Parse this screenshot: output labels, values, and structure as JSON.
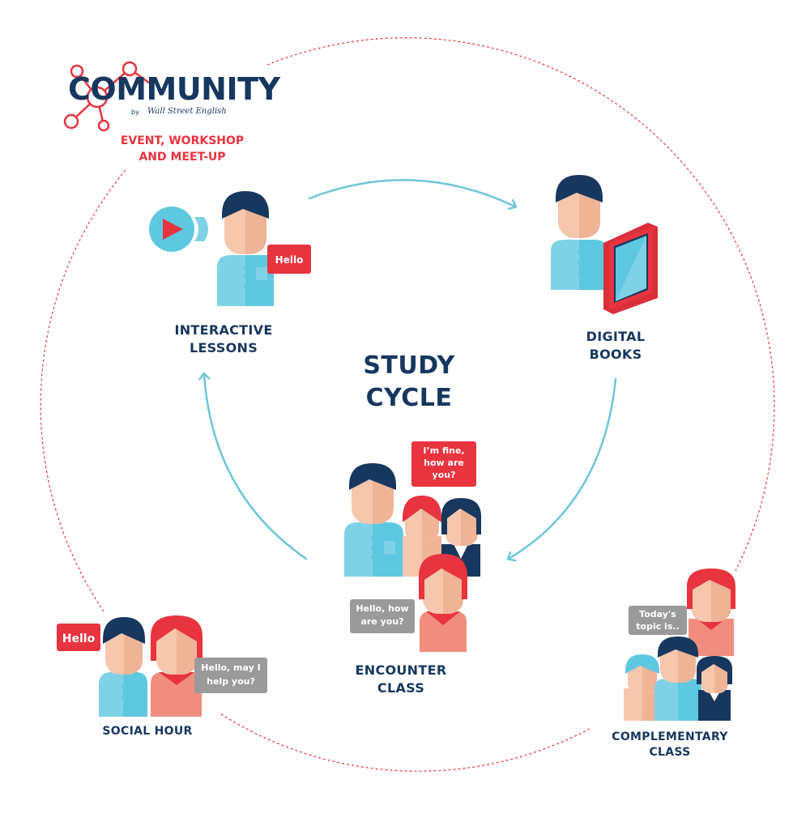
{
  "logo": {
    "name": "COMMUNITY",
    "by": "by",
    "brand": "Wall Street English",
    "tagline": [
      "EVENT, WORKSHOP",
      "AND MEET-UP"
    ]
  },
  "center_title": [
    "STUDY",
    "CYCLE"
  ],
  "stages": {
    "interactive": {
      "label": [
        "INTERACTIVE",
        "LESSONS"
      ],
      "bubble": "Hello"
    },
    "digital": {
      "label": [
        "DIGITAL",
        "BOOKS"
      ]
    },
    "encounter": {
      "label": [
        "ENCOUNTER",
        "CLASS"
      ],
      "bubble_red": "I’m fine, how are you?",
      "bubble_gray": "Hello, how are you?"
    },
    "social": {
      "label": [
        "SOCIAL HOUR"
      ],
      "bubble_red": "Hello",
      "bubble_gray": "Hello, may I help you?"
    },
    "complementary": {
      "label": [
        "COMPLEMENTARY",
        "CLASS"
      ],
      "bubble_gray": "Today's topic is.."
    }
  },
  "colors": {
    "navy": "#17375e",
    "red": "#e7343f",
    "cyan": "#5ec8e0",
    "light_cyan": "#7fd2e6",
    "skin": "#f6c7ad",
    "skin_dark": "#efb396",
    "salmon": "#f08d7e",
    "gray_bubble": "#9a9a9a",
    "arrow": "#6dc6d9",
    "dotted": "#e7343f"
  }
}
